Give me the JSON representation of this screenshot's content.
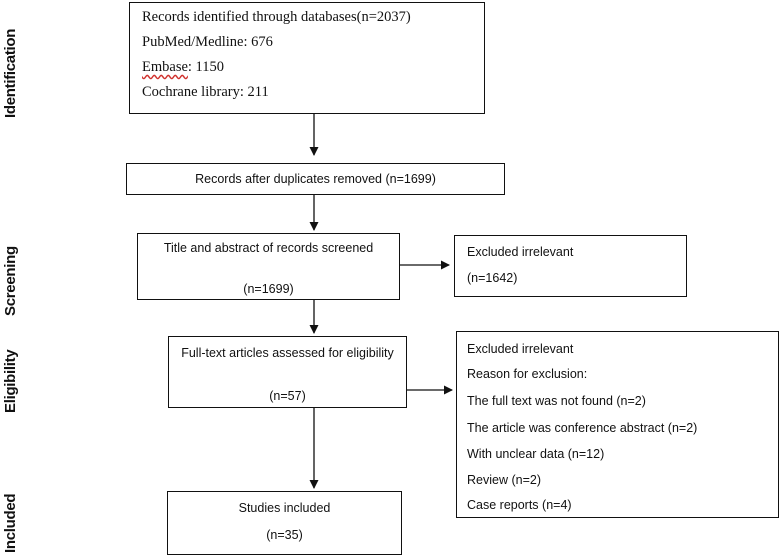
{
  "stages": {
    "identification": "Identification",
    "screening": "Screening",
    "eligibility": "Eligibility",
    "included": "Included"
  },
  "identified": {
    "title": "Records identified through databases(n=2037)",
    "pubmed": "PubMed/Medline: 676",
    "embase_name": "Embase",
    "embase_count": ": 1150",
    "cochrane": "Cochrane library: 211"
  },
  "duplicates_removed": {
    "label": "Records after duplicates removed (n=1699)"
  },
  "screened": {
    "label": "Title and abstract of records screened",
    "count": "(n=1699)"
  },
  "excluded_screening": {
    "label": "Excluded irrelevant",
    "count": "(n=1642)"
  },
  "fulltext": {
    "label": "Full-text articles assessed for eligibility",
    "count": "(n=57)"
  },
  "excluded_fulltext": {
    "title": "Excluded irrelevant",
    "reason_header": "Reason for exclusion:",
    "reasons": [
      "The full text was not found (n=2)",
      "The article was conference abstract (n=2)",
      "With unclear data (n=12)",
      "Review (n=2)",
      "Case reports (n=4)"
    ]
  },
  "included": {
    "label": "Studies included",
    "count": "(n=35)"
  }
}
